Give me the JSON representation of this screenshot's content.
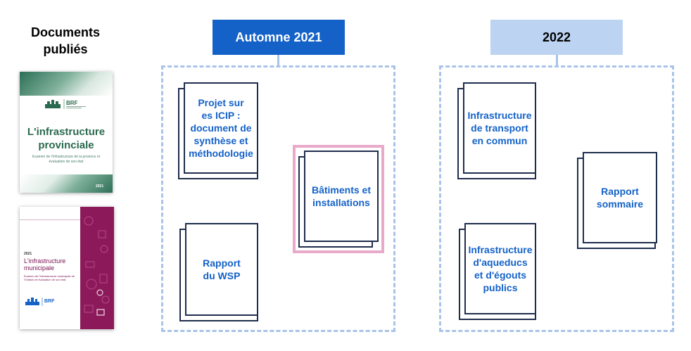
{
  "left_panel": {
    "title": "Documents\npubliés",
    "covers": [
      {
        "logo_text": "BRF",
        "title": "L'infrastructure\nprovinciale",
        "subtitle": "Examen de l'infrastructure de la province et évaluation de son état",
        "year": "2021",
        "colors": {
          "accent": "#2b6a4f"
        }
      },
      {
        "logo_text": "BRF",
        "year": "2021",
        "title": "L'infrastructure\nmunicipale",
        "subtitle": "Examen de l'infrastructure municipale de l'Ontario et évaluation de son état",
        "colors": {
          "accent": "#8c1a5a"
        }
      }
    ]
  },
  "timeline": [
    {
      "header": "Automne 2021",
      "header_color": "#1462c8",
      "documents": [
        {
          "label": "Projet sur\nes ICIP :\ndocument de\nsynthèse et\nméthodologie",
          "highlighted": false
        },
        {
          "label": "Bâtiments et\ninstallations",
          "highlighted": true
        },
        {
          "label": "Rapport\ndu WSP",
          "highlighted": false
        }
      ]
    },
    {
      "header": "2022",
      "header_color": "#bcd3f1",
      "documents": [
        {
          "label": "Infrastructure\nde transport\nen commun",
          "highlighted": false
        },
        {
          "label": "Rapport\nsommaire",
          "highlighted": false
        },
        {
          "label": "Infrastructure\nd'aqueducs\net d'égouts\npublics",
          "highlighted": false
        }
      ]
    }
  ],
  "colors": {
    "card_border": "#1f2d4d",
    "card_text": "#1462c8",
    "dashed_border": "#a9c4e8",
    "highlight": "#e9a9c9"
  }
}
